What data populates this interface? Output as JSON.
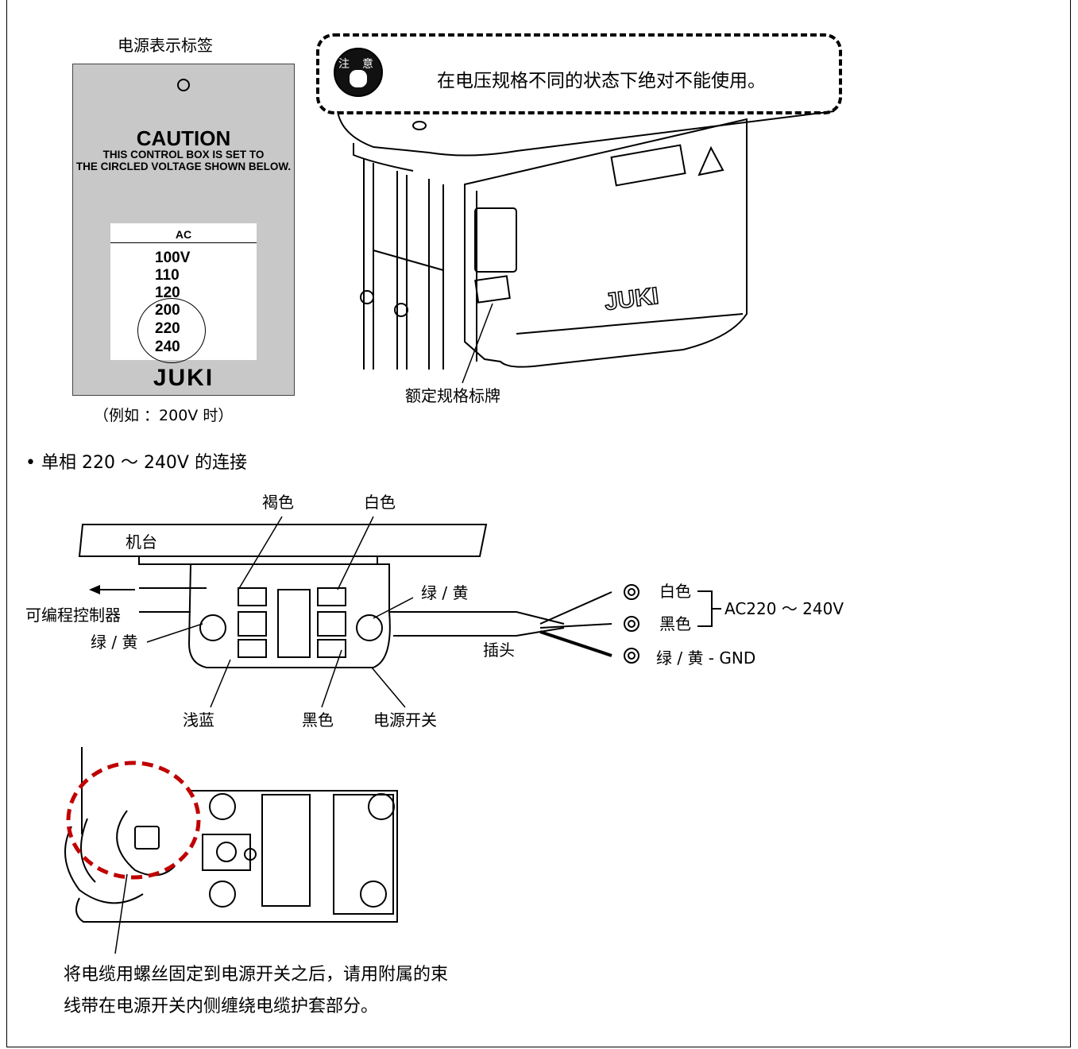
{
  "label_title": "电源表示标签",
  "label_card": {
    "caution": "CAUTION",
    "line1": "THIS CONTROL BOX IS SET TO",
    "line2": "THE CIRCLED VOLTAGE SHOWN BELOW.",
    "ac": "AC",
    "voltages": [
      "100V",
      "110",
      "120",
      "200",
      "220",
      "240"
    ],
    "brand": "JUKI"
  },
  "label_example": "（例如 ：200V 时）",
  "warning": {
    "icon_text_left": "注",
    "icon_text_right": "意",
    "message": "在电压规格不同的状态下绝对不能使用。"
  },
  "machine_brand": "JUKI",
  "rating_plate_label": "额定规格标牌",
  "section_heading": "• 单相 220 ～ 240V 的连接",
  "wiring": {
    "brown": "褐色",
    "white_top": "白色",
    "table": "机台",
    "controller": "可编程控制器",
    "green_yellow_left": "绿 / 黄",
    "green_yellow_right": "绿 / 黄",
    "light_blue": "浅蓝",
    "black_bottom": "黑色",
    "power_switch": "电源开关",
    "plug": "插头",
    "white_wire": "白色",
    "black_wire": "黑色",
    "ac_range": "AC220 ～ 240V",
    "gnd": "绿 / 黄 - GND"
  },
  "note_lines": [
    "将电缆用螺丝固定到电源开关之后，请用附属的束",
    "线带在电源开关内侧缠绕电缆护套部分。"
  ]
}
